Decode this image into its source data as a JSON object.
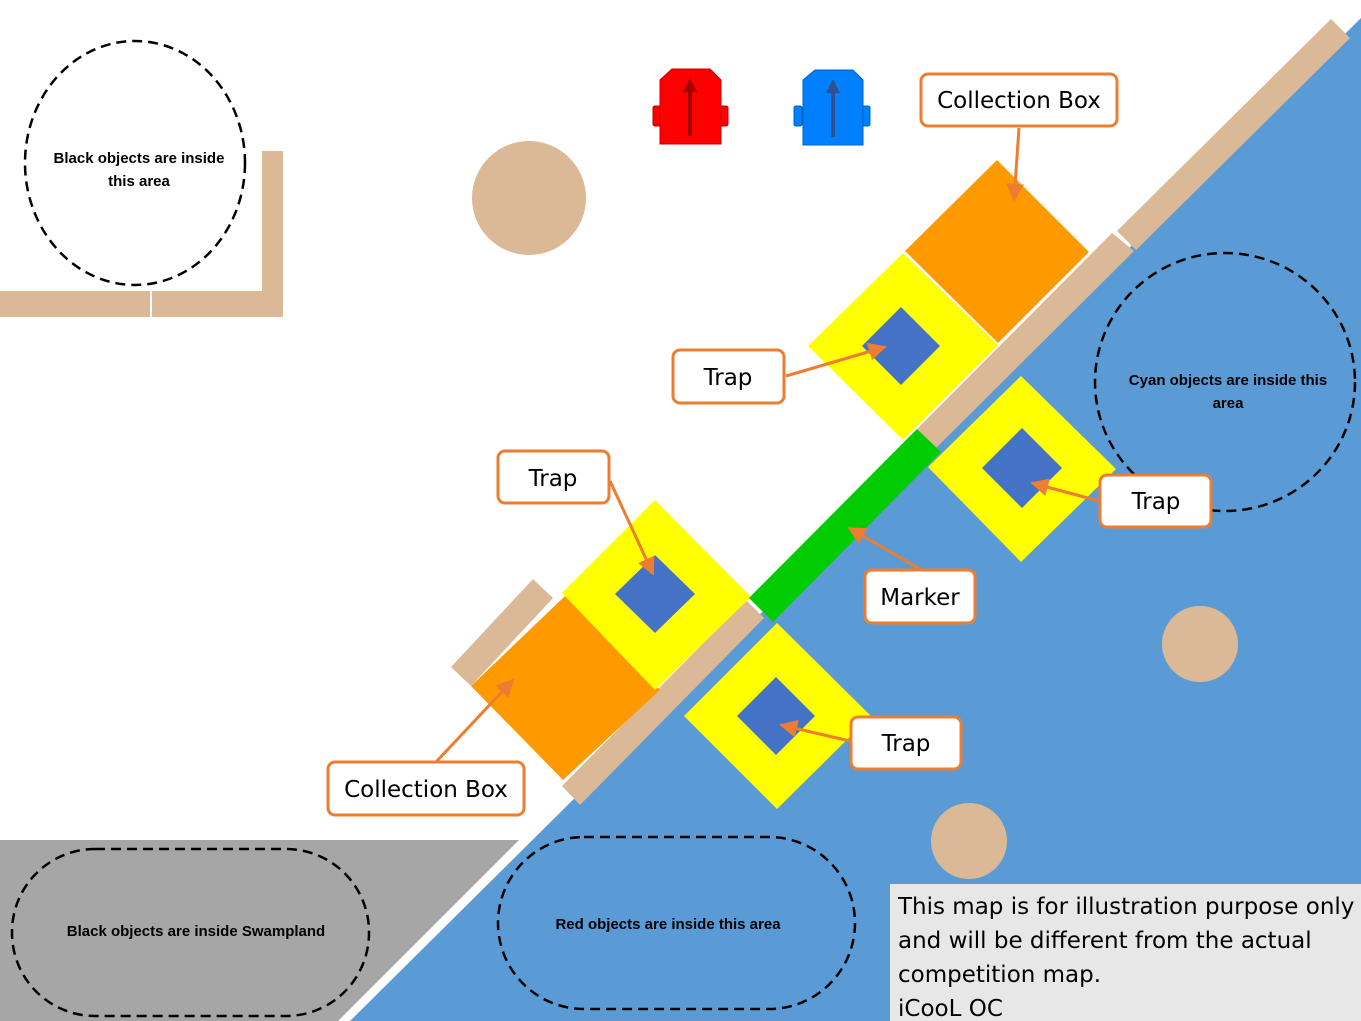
{
  "areas": {
    "black_top": [
      "Black objects are inside",
      "this area"
    ],
    "cyan": [
      "Cyan objects are inside this",
      "area"
    ],
    "swamp": "Black objects are inside Swampland",
    "red": "Red objects are inside this area"
  },
  "callouts": {
    "collection_box_top": "Collection Box",
    "collection_box_bottom": "Collection Box",
    "trap_1": "Trap",
    "trap_2": "Trap",
    "trap_3": "Trap",
    "trap_4": "Trap",
    "marker": "Marker"
  },
  "note": {
    "lines": [
      "This map is for illustration purpose only",
      "and will be different from the actual",
      "competition map.",
      "iCooL OC"
    ]
  },
  "colors": {
    "water": "#5b9bd5",
    "swampland": "#a6a6a6",
    "wall": "#dbb996",
    "collection_box": "#ff9900",
    "trap_outer": "#ffff00",
    "trap_inner": "#4472c4",
    "marker": "#00cc00",
    "callout_border": "#ed7d31",
    "robot_red": "#ff0000",
    "robot_blue": "#0080ff"
  }
}
